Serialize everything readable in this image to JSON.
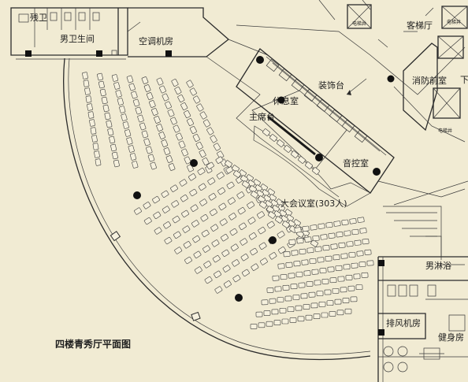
{
  "plan": {
    "title": "四楼青秀厅平面图",
    "rooms": {
      "restroom_small": "残卫",
      "mens_restroom": "男卫生间",
      "ac_room": "空调机房",
      "decor_platform": "装饰台",
      "lounge": "休息室",
      "chair_platform": "主席台",
      "sound_control": "音控室",
      "conference_hall": "大会议室(303人)",
      "guest_elevator_hall": "客梯厅",
      "fire_lobby": "消防前室",
      "mens_bath": "男淋浴",
      "exhaust_room": "排风机房",
      "gym": "健身房",
      "elevator_shaft": "电梯井",
      "stair_down": "下"
    }
  }
}
